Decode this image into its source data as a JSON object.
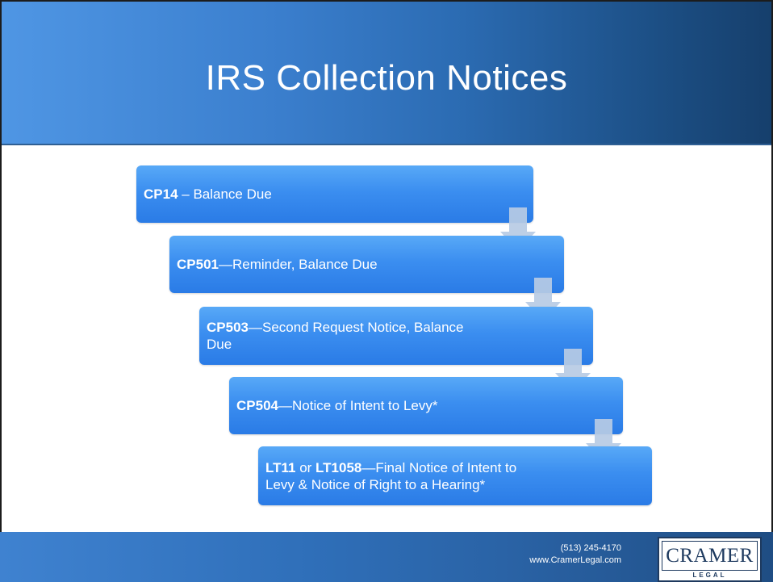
{
  "slide": {
    "title": "IRS Collection Notices"
  },
  "steps": [
    {
      "code": "CP14",
      "sep": " – ",
      "text": "Balance Due"
    },
    {
      "code": "CP501",
      "sep": "—",
      "text": "Reminder, Balance Due"
    },
    {
      "code": "CP503",
      "sep": "—",
      "text": "Second Request Notice, Balance Due"
    },
    {
      "code": "CP504",
      "sep": "—",
      "text": "Notice of Intent to Levy*"
    },
    {
      "code": "LT11",
      "mid": " or ",
      "code2": "LT1058",
      "sep": "—",
      "text": "Final Notice of Intent to Levy & Notice of Right to a Hearing*"
    }
  ],
  "footer": {
    "phone": "(513) 245-4170",
    "website": "www.CramerLegal.com",
    "logo_text": "CRAMER",
    "logo_sub": "LEGAL"
  },
  "colors": {
    "header_start": "#4f96e4",
    "header_end": "#163f6c",
    "step_fill": "#3b8ef0",
    "arrow_fill": "#b7cbe4"
  }
}
